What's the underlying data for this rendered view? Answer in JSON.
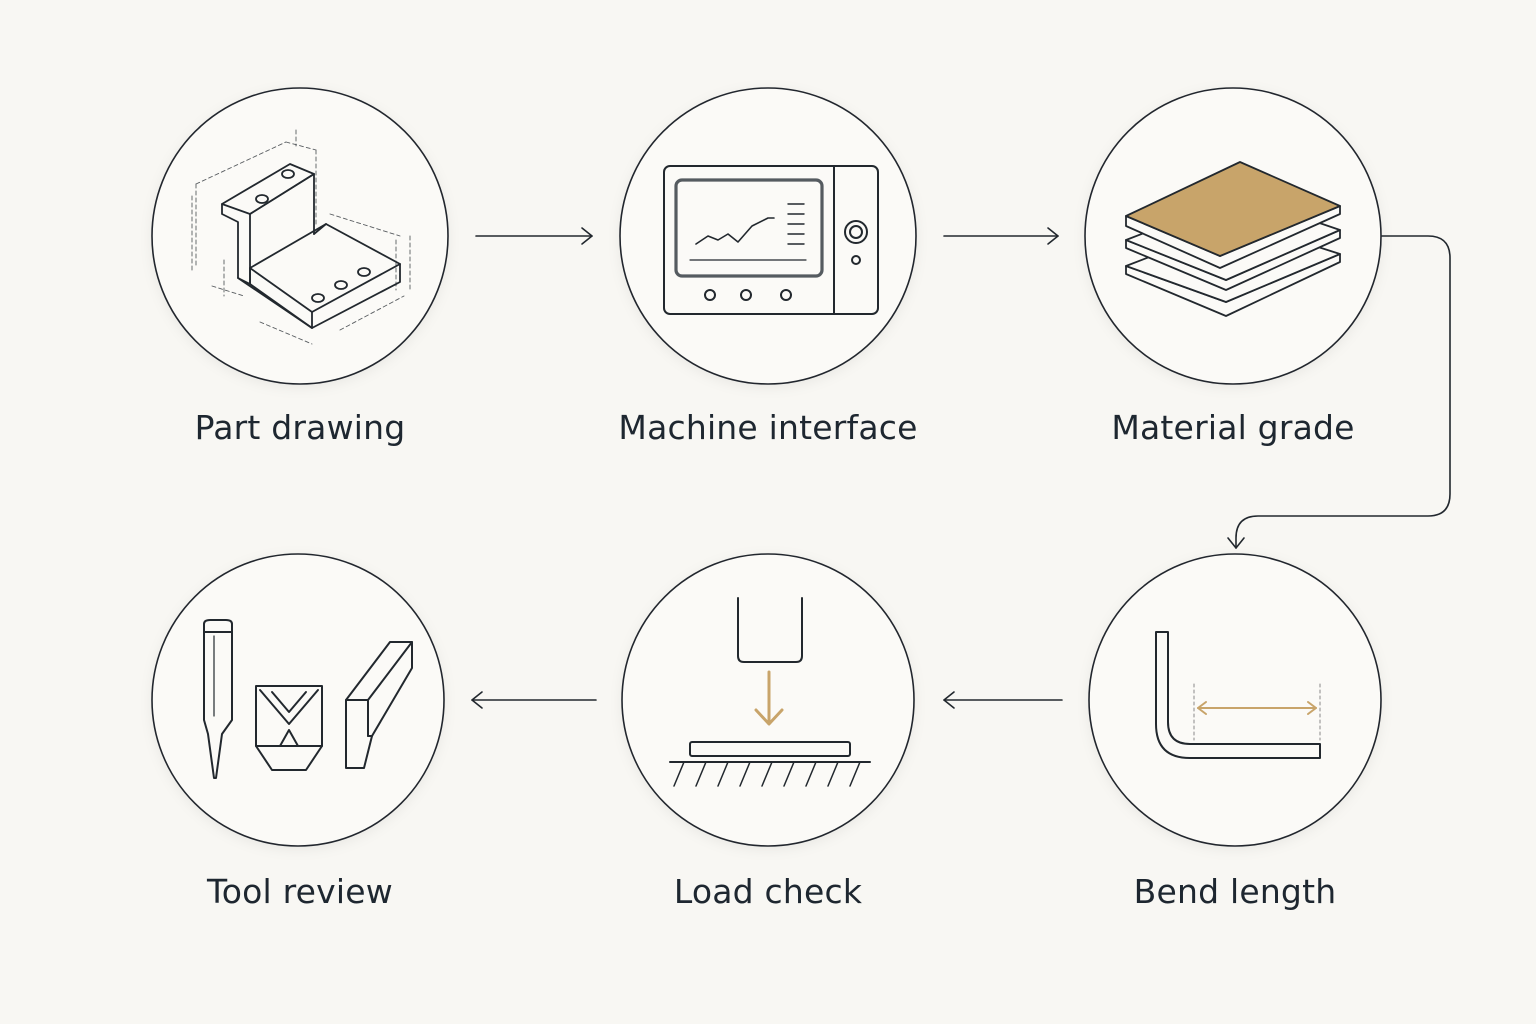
{
  "diagram": {
    "steps": [
      {
        "id": "part-drawing",
        "label": "Part drawing",
        "icon": "part-drawing-icon"
      },
      {
        "id": "machine-interface",
        "label": "Machine interface",
        "icon": "machine-interface-icon"
      },
      {
        "id": "material-grade",
        "label": "Material grade",
        "icon": "material-grade-icon"
      },
      {
        "id": "bend-length",
        "label": "Bend length",
        "icon": "bend-length-icon"
      },
      {
        "id": "load-check",
        "label": "Load check",
        "icon": "load-check-icon"
      },
      {
        "id": "tool-review",
        "label": "Tool review",
        "icon": "tool-review-icon"
      }
    ],
    "flow": [
      "part-drawing",
      "machine-interface",
      "material-grade",
      "bend-length",
      "load-check",
      "tool-review"
    ],
    "colors": {
      "background": "#f8f7f3",
      "stroke": "#22282e",
      "accent": "#c8a46a",
      "text": "#1e2730"
    }
  }
}
